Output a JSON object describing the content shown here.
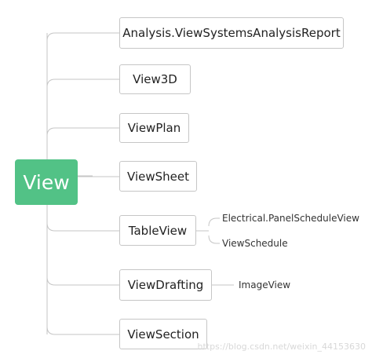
{
  "root": {
    "label": "View",
    "color": "#52c286"
  },
  "children": [
    {
      "label": "Analysis.ViewSystemsAnalysisReport"
    },
    {
      "label": "View3D"
    },
    {
      "label": "ViewPlan"
    },
    {
      "label": "ViewSheet"
    },
    {
      "label": "TableView",
      "children": [
        {
          "label": "Electrical.PanelScheduleView"
        },
        {
          "label": "ViewSchedule"
        }
      ]
    },
    {
      "label": "ViewDrafting",
      "children": [
        {
          "label": "ImageView"
        }
      ]
    },
    {
      "label": "ViewSection"
    }
  ],
  "line_color": "#c6c6c6",
  "watermark": "https://blog.csdn.net/weixin_44153630"
}
